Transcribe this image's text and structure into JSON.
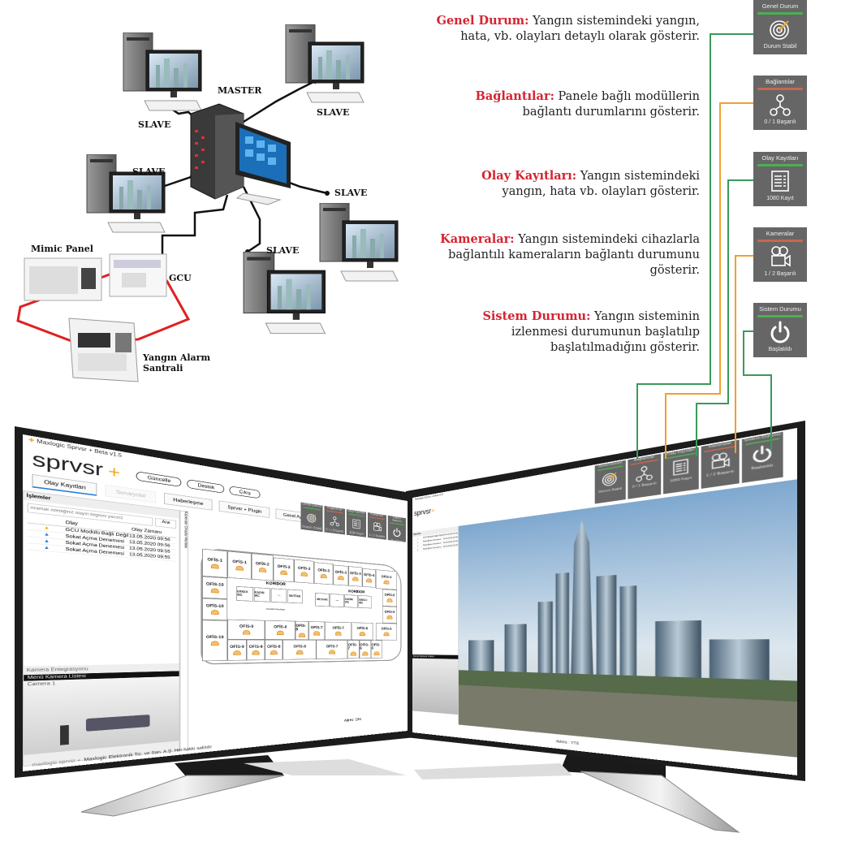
{
  "diagram": {
    "master_label": "MASTER",
    "slave_labels": [
      "SLAVE",
      "SLAVE",
      "SLAVE",
      "SLAVE",
      "SLAVE"
    ],
    "mimic_label": "Mimic Panel",
    "gcu_label": "GCU",
    "santral_label_1": "Yangın Alarm",
    "santral_label_2": "Santrali"
  },
  "descriptions": [
    {
      "title": "Genel Durum:",
      "text": " Yangın sistemindeki yangın, hata, vb. olayları detaylı olarak gösterir."
    },
    {
      "title": "Bağlantılar:",
      "text": " Panele bağlı modüllerin bağlantı durumlarını gösterir."
    },
    {
      "title": "Olay Kayıtları:",
      "text": " Yangın sistemindeki yangın, hata vb. olayları gösterir."
    },
    {
      "title": "Kameralar:",
      "text": " Yangın sistemindeki cihazlarla bağlantılı kameraların bağlantı durumunu gösterir."
    },
    {
      "title": "Sistem Durumu:",
      "text": " Yangın sisteminin izlenmesi durumunun başlatılıp başlatılmadığını gösterir."
    }
  ],
  "tiles": [
    {
      "header": "Genel Durum",
      "status": "Durum Stabil",
      "icon": "radar-icon",
      "bar_color": "#4caf50"
    },
    {
      "header": "Bağlantılar",
      "status": "0 / 1 Başarılı",
      "icon": "connections-icon",
      "bar_color": "#c8674f"
    },
    {
      "header": "Olay Kayıtları",
      "status": "1080 Kayıt",
      "icon": "log-icon",
      "bar_color": "#4caf50"
    },
    {
      "header": "Kameralar",
      "status": "1 / 2 Başarılı",
      "icon": "camera-icon",
      "bar_color": "#c8674f"
    },
    {
      "header": "Sistem Durumu",
      "status": "Başlatıldı",
      "icon": "power-icon",
      "bar_color": "#4caf50"
    }
  ],
  "colors": {
    "accent_red": "#d42431",
    "line_green": "#3a9a5a",
    "line_orange": "#f0a030",
    "tile_bg": "#666666",
    "logo_plus": "#f5a623"
  },
  "app": {
    "window_title": "Maxlogic Sprvsr + Beta v1.5",
    "logo": "sprvsr",
    "logo_plus": "+",
    "header_buttons": [
      "Güncelle",
      "Destek",
      "Çıkış"
    ],
    "tabs": [
      "Olay Kayıtları",
      "Senaryolar",
      "Haberleşme",
      "Sprvsr + Plugin",
      "Genel Ayarlar"
    ],
    "events_panel_title": "İşlemler",
    "search_placeholder": "Aramak istediğiniz olayın bilgisini yazınız",
    "search_button": "Ara",
    "columns": [
      "Olay",
      "Olay Zamanı"
    ],
    "rows": [
      {
        "event": "GCU Modülü Bağlı Değil",
        "time": "13.05.2020 09:56",
        "level": "warning"
      },
      {
        "event": "Sokat Açma Denemesi",
        "time": "13.05.2020 09:56",
        "level": "info"
      },
      {
        "event": "Sokat Açma Denemesi",
        "time": "13.05.2020 09:55",
        "level": "info"
      },
      {
        "event": "Sokat Açma Denemesi",
        "time": "13.05.2020 09:55",
        "level": "info"
      }
    ],
    "side_tab": "Kameralar  Cihazlar  Haritalar",
    "camera_panel_title": "Kamera Entegrasyonu",
    "camera_menu": "Menü   Kamera Listesi",
    "camera_name": "Camera 1",
    "footer_brand": "maxlogic sprvsr +",
    "footer_copyright": "Maxlogic Elektronik Tic. ve San. A.Ş. Her hakkı saklıdır",
    "left_address": "Adres: Ofis",
    "right_address": "Adres : YTE",
    "mini_tiles": [
      "Durum Stabil",
      "0 / 1 Başarılı",
      "1080 Kayıt",
      "1 / 2 Başarılı",
      "Başlatıldı"
    ]
  },
  "floor_plan": {
    "rooms": [
      "OFİS-1",
      "OFİS-1",
      "OFİS-2",
      "OFİS-2",
      "OFİS-3",
      "OFİS-3",
      "OFİS-3",
      "OFİS-3",
      "OFİS-4",
      "OFİS-4",
      "OFİS-10",
      "OFİS-10",
      "OFİS-10",
      "OFİS-9",
      "OFİS-8",
      "OFİS-8",
      "OFİS-7",
      "OFİS-7",
      "OFİS-6",
      "OFİS-5",
      "OFİS-9",
      "OFİS-9",
      "OFİS-8",
      "OFİS-8",
      "OFİS-7",
      "OFİS-7",
      "OFİS-6",
      "OFİS-6",
      "OFİS-5",
      "OFİS-5"
    ],
    "corridor_1": "KORİDOR",
    "corridor_2": "KORİDOR",
    "wc_rooms": [
      "ERKEK WC",
      "KADIN WC",
      "—",
      "MUTFAK",
      "MUTFAK",
      "—",
      "KADIN WC",
      "ERKEK WC"
    ],
    "stair_label": "Asansör Merdiven"
  }
}
